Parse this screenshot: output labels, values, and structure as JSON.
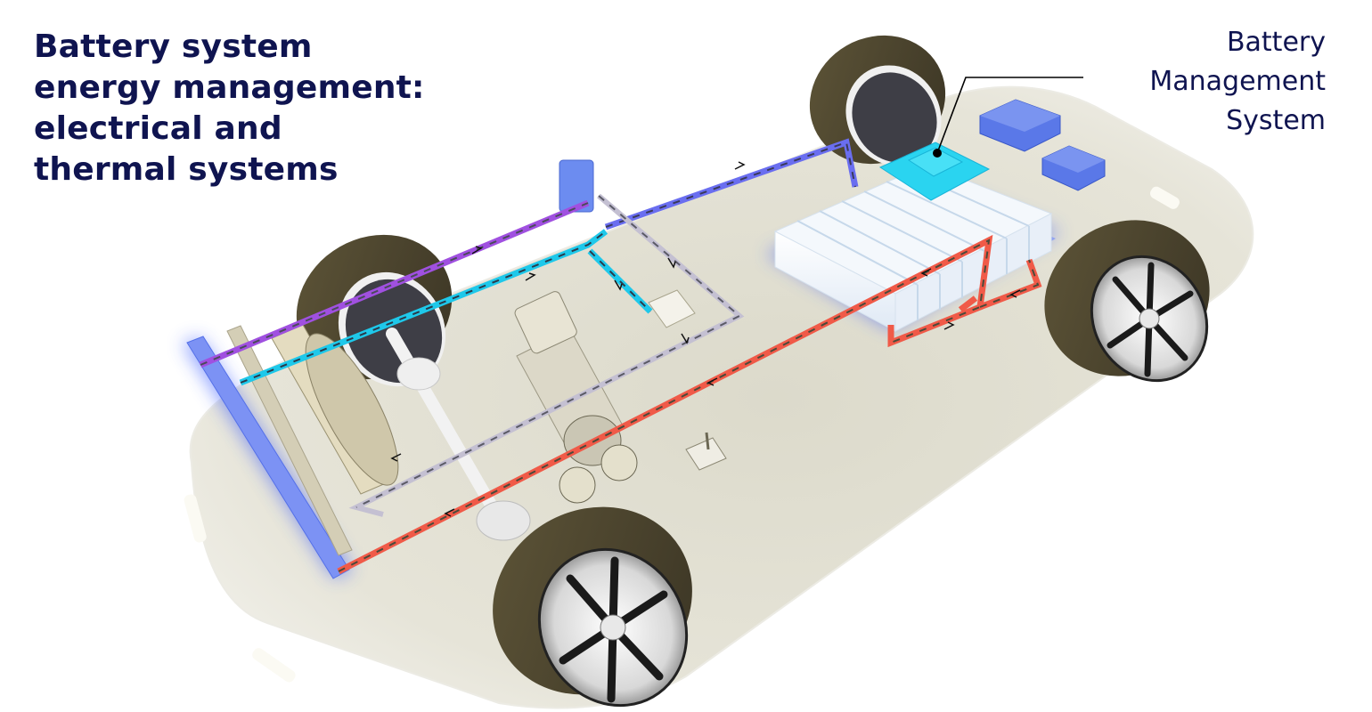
{
  "title": {
    "lines": [
      "Battery system",
      "energy management:",
      "electrical and",
      "thermal systems"
    ]
  },
  "callout": {
    "lines": [
      "Battery",
      "Management",
      "System"
    ],
    "target": "battery-management-module"
  },
  "components": [
    {
      "id": "battery-pack",
      "label": "Battery pack",
      "modules": 7
    },
    {
      "id": "battery-management-module",
      "label": "Battery Management System",
      "color": "#2ad4f0"
    },
    {
      "id": "power-electronics-boxes",
      "count": 2,
      "color": "#5a78e8"
    },
    {
      "id": "electric-motor"
    },
    {
      "id": "heat-exchanger-valve"
    },
    {
      "id": "chiller-unit"
    },
    {
      "id": "front-radiator"
    },
    {
      "id": "condenser"
    },
    {
      "id": "cooling-fan"
    },
    {
      "id": "drive-shaft"
    },
    {
      "id": "wheels",
      "count": 4
    }
  ],
  "circuits": [
    {
      "name": "purple-loop",
      "color": "#a050e0"
    },
    {
      "name": "blue-loop",
      "color": "#6a6ef0"
    },
    {
      "name": "cyan-loop",
      "color": "#1ec8ea"
    },
    {
      "name": "grey-loop",
      "color": "#b8b4c8"
    },
    {
      "name": "red-loop",
      "color": "#f05a48"
    }
  ],
  "colors": {
    "title_text": "#0f1450",
    "chassis": "#e6e4d8",
    "tire": "#4a4330",
    "glow": "#3a5cff"
  }
}
